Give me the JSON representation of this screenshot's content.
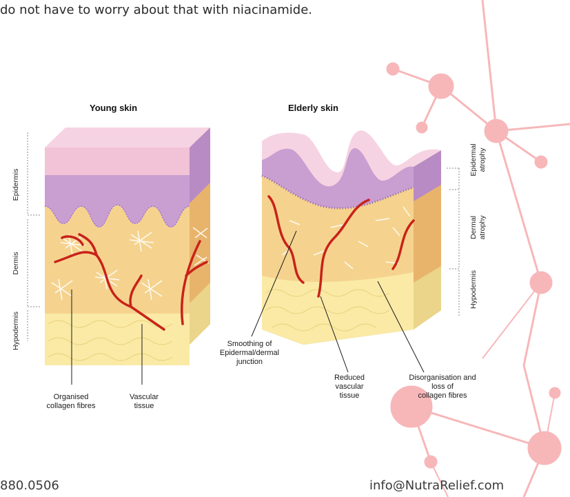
{
  "intro": {
    "line1_partial": "do not have to worry about that with niacinamide."
  },
  "diagram": {
    "young_title": "Young skin",
    "elderly_title": "Elderly skin",
    "left_axis": [
      "Epidermis",
      "Dermis",
      "Hypodermis"
    ],
    "right_axis": [
      "Epidermal atrophy",
      "Dermal atrophy",
      "Hypodermis"
    ],
    "callouts": {
      "organised": [
        "Organised",
        "collagen fibres"
      ],
      "vascular": [
        "Vascular",
        "tissue"
      ],
      "smoothing": [
        "Smoothing of",
        "Epidermal/dermal",
        "junction"
      ],
      "reduced": [
        "Reduced",
        "vascular",
        "tissue"
      ],
      "disorganisation": [
        "Disorganisation and",
        "loss of",
        "collagen fibres"
      ]
    }
  },
  "footer": {
    "phone": "880.0506",
    "email": "info@NutraRelief.com"
  },
  "colors": {
    "network": "#f7b7b9",
    "epidermis_top": "#f2c2d6",
    "epidermis": "#c99ed1",
    "dermis": "#f5d38e",
    "hypodermis": "#faeaa5",
    "vessel": "#c8221a"
  }
}
